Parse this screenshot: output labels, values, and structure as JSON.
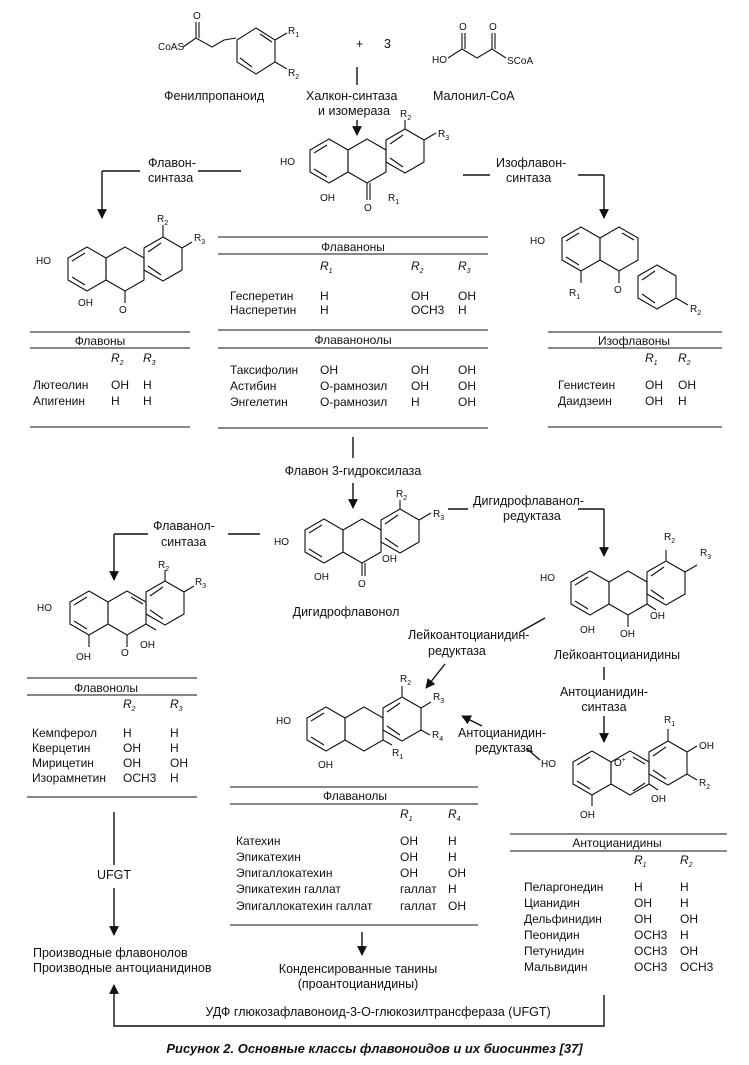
{
  "reagents": {
    "phenylpropanoid": "Фенилпропаноид",
    "plus": "+",
    "three": "3",
    "malonyl": "Малонил-CoA",
    "coas": "CoAS",
    "scoa": "SCoA",
    "o": "O",
    "ho": "HO",
    "r1": "R",
    "r2": "R"
  },
  "enzymes": {
    "chalcone_1": "Халкон-синтаза",
    "chalcone_2": "и изомераза",
    "flavone_synth_1": "Флавон-",
    "flavone_synth_2": "синтаза",
    "isoflavone_synth_1": "Изофлавон-",
    "isoflavone_synth_2": "синтаза",
    "f3h": "Флавон 3-гидроксилаза",
    "dfr_1": "Дигидрофлаванол-",
    "dfr_2": "редуктаза",
    "flavonol_synth_1": "Флаванол-",
    "flavonol_synth_2": "синтаза",
    "lar_1": "Лейкоантоцианидин-",
    "lar_2": "редуктаза",
    "ans_1": "Антоцианидин-",
    "ans_2": "синтаза",
    "anr_1": "Антоцианидин-",
    "anr_2": "редуктаза",
    "ufgt": "UFGT",
    "ufgt_full": "УДФ глюкозафлавоноид-3-О-глюкозилтрансфераза (UFGT)"
  },
  "compounds": {
    "dihydroflavonol": "Дигидрофлавонол",
    "leucoanthocyanidins": "Лейкоантоцианидины",
    "derivatives_1": "Производные флавонолов",
    "derivatives_2": "Производные антоцианидинов",
    "tannins_1": "Конденсированные танины",
    "tannins_2": "(проантоцианидины)"
  },
  "tables": {
    "flavanones": {
      "title": "Флаваноны",
      "cols": [
        "R1",
        "R2",
        "R3"
      ],
      "rows": [
        [
          "Гесперетин",
          "H",
          "OH",
          "OH"
        ],
        [
          "Насперетин",
          "H",
          "OCH3",
          "H"
        ]
      ]
    },
    "flavanonols": {
      "title": "Флаванонолы",
      "rows": [
        [
          "Таксифолин",
          "OH",
          "OH",
          "OH"
        ],
        [
          "Астибин",
          "О-рамнозил",
          "OH",
          "OH"
        ],
        [
          "Энгелетин",
          "О-рамнозил",
          "H",
          "OH"
        ]
      ]
    },
    "flavones": {
      "title": "Флавоны",
      "cols": [
        "R2",
        "R3"
      ],
      "rows": [
        [
          "Лютеолин",
          "OH",
          "H"
        ],
        [
          "Апигенин",
          "H",
          "H"
        ]
      ]
    },
    "isoflavones": {
      "title": "Изофлавоны",
      "cols": [
        "R1",
        "R2"
      ],
      "rows": [
        [
          "Генистеин",
          "OH",
          "OH"
        ],
        [
          "Даидзеин",
          "OH",
          "H"
        ]
      ]
    },
    "flavonols": {
      "title": "Флавонолы",
      "cols": [
        "R2",
        "R3"
      ],
      "rows": [
        [
          "Кемпферол",
          "H",
          "H"
        ],
        [
          "Кверцетин",
          "OH",
          "H"
        ],
        [
          "Мирицетин",
          "OH",
          "OH"
        ],
        [
          "Изорамнетин",
          "OCH3",
          "H"
        ]
      ]
    },
    "flavanols": {
      "title": "Флаванолы",
      "cols": [
        "R1",
        "R4"
      ],
      "rows": [
        [
          "Катехин",
          "OH",
          "H"
        ],
        [
          "Эпикатехин",
          "OH",
          "H"
        ],
        [
          "Эпигаллокатехин",
          "OH",
          "OH"
        ],
        [
          "Эпикатехин галлат",
          "галлат",
          "H"
        ],
        [
          "Эпигаллокатехин галлат",
          "галлат",
          "OH"
        ]
      ]
    },
    "anthocyanidins": {
      "title": "Антоцианидины",
      "cols": [
        "R1",
        "R2"
      ],
      "rows": [
        [
          "Пеларгонедин",
          "H",
          "H"
        ],
        [
          "Цианидин",
          "OH",
          "H"
        ],
        [
          "Дельфинидин",
          "OH",
          "OH"
        ],
        [
          "Пеонидин",
          "OCH3",
          "H"
        ],
        [
          "Петунидин",
          "OCH3",
          "OH"
        ],
        [
          "Мальвидин",
          "OCH3",
          "OCH3"
        ]
      ]
    }
  },
  "atoms": {
    "oh": "OH",
    "ho": "HO",
    "o": "O",
    "o_plus": "O+",
    "r": "R",
    "i1": "1",
    "i2": "2",
    "i3": "3",
    "i4": "4"
  },
  "caption": "Рисунок 2. Основные классы флавоноидов и их биосинтез [37]"
}
